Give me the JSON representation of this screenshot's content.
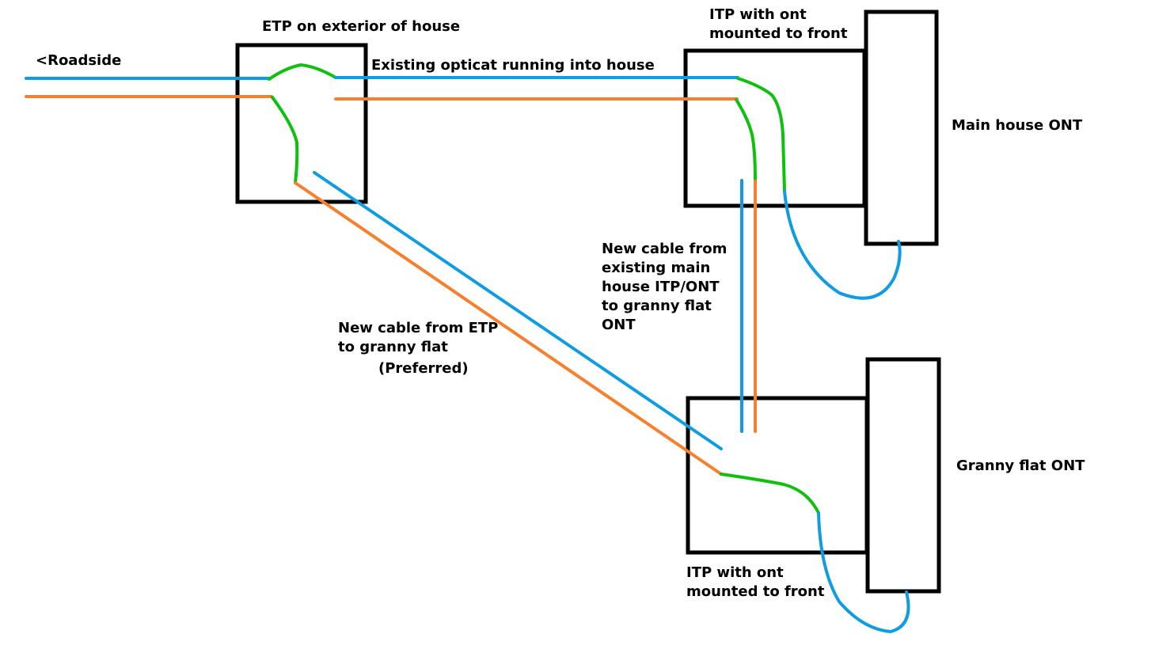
{
  "colors": {
    "blue_fiber": "#0f9ce0",
    "orange_fiber": "#f5812e",
    "splice_green": "#10c010",
    "outline": "#000000",
    "background": "#ffffff"
  },
  "labels": {
    "roadside": "<Roadside",
    "etp": "ETP on exterior of house",
    "existing_cable": "Existing opticat running into house",
    "main_itp_line1": "ITP with ont",
    "main_itp_line2": "mounted to front",
    "main_ont": "Main house ONT",
    "itp_route_line1": "New cable from",
    "itp_route_line2": "existing main",
    "itp_route_line3": "house ITP/ONT",
    "itp_route_line4": "to granny flat",
    "itp_route_line5": "ONT",
    "etp_route_line1": "New cable from ETP",
    "etp_route_line2": "to granny flat",
    "etp_route_line3": "(Preferred)",
    "granny_ont": "Granny flat ONT",
    "granny_itp_line1": "ITP with ont",
    "granny_itp_line2": "mounted to front"
  },
  "components": [
    {
      "id": "etp",
      "name": "ETP",
      "location": "exterior of house"
    },
    {
      "id": "main-itp",
      "name": "ITP",
      "note": "ont mounted to front"
    },
    {
      "id": "main-ont",
      "name": "Main house ONT"
    },
    {
      "id": "granny-itp",
      "name": "ITP",
      "note": "ont mounted to front"
    },
    {
      "id": "granny-ont",
      "name": "Granny flat ONT"
    }
  ],
  "connections": [
    {
      "from": "roadside",
      "to": "etp",
      "type": "existing",
      "fibers": [
        "blue",
        "orange"
      ]
    },
    {
      "from": "etp",
      "to": "main-itp",
      "type": "existing",
      "fibers": [
        "blue",
        "orange"
      ]
    },
    {
      "from": "main-itp",
      "to": "main-ont",
      "type": "patch",
      "fibers": [
        "blue"
      ]
    },
    {
      "from": "etp",
      "to": "granny-itp",
      "type": "new",
      "preferred": true,
      "fibers": [
        "blue",
        "orange"
      ]
    },
    {
      "from": "main-itp",
      "to": "granny-itp",
      "type": "new",
      "preferred": false,
      "fibers": [
        "blue",
        "orange"
      ]
    },
    {
      "from": "granny-itp",
      "to": "granny-ont",
      "type": "patch",
      "fibers": [
        "blue"
      ]
    }
  ]
}
